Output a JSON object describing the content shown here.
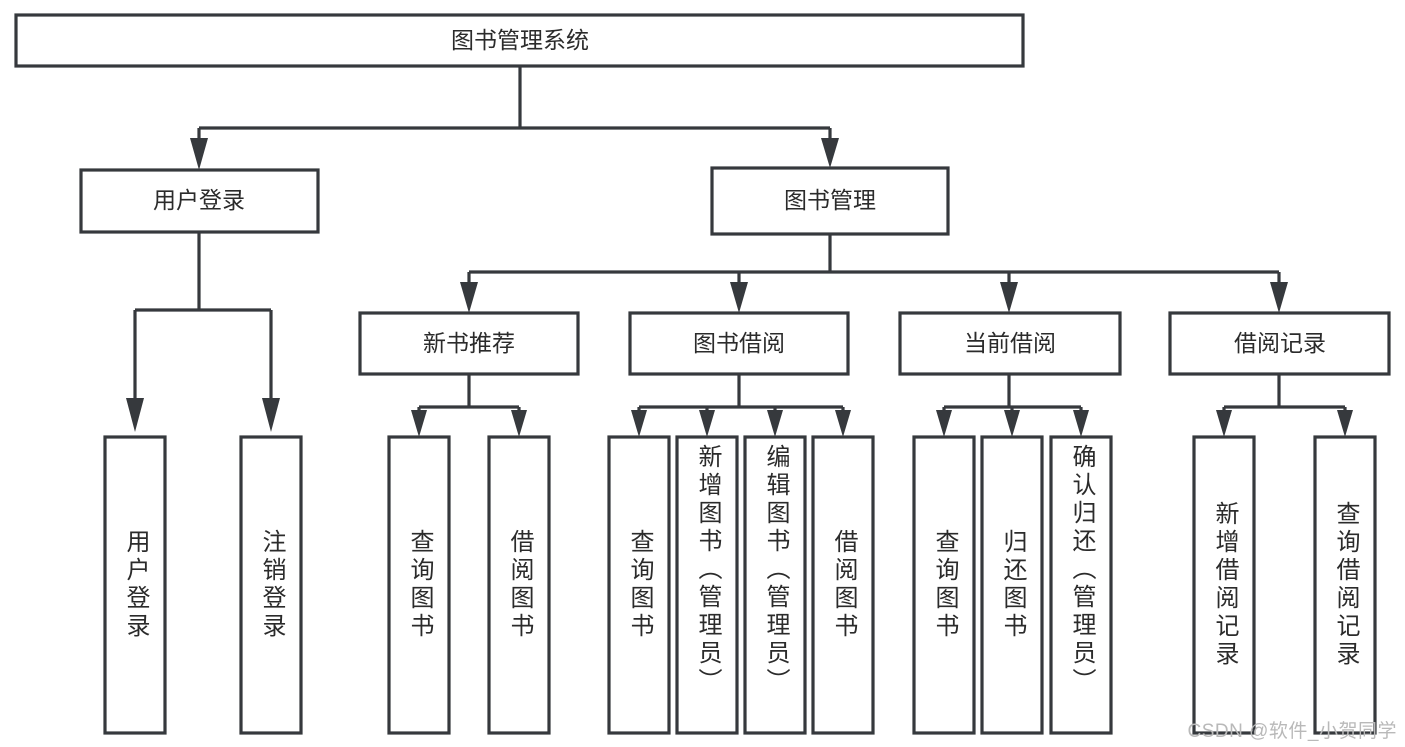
{
  "diagram": {
    "type": "tree",
    "title": "图书管理系统",
    "watermark": "CSDN @软件_小贺同学",
    "colors": {
      "stroke": "#36393d",
      "fill": "#ffffff",
      "text": "#2b2b2b",
      "watermark": "#b9b9b9"
    },
    "nodes": {
      "root": {
        "label": "图书管理系统",
        "level": 0,
        "orientation": "horizontal"
      },
      "l1": [
        {
          "id": "user-login",
          "label": "用户登录",
          "orientation": "horizontal"
        },
        {
          "id": "book-manage",
          "label": "图书管理",
          "orientation": "horizontal"
        }
      ],
      "l2": [
        {
          "id": "new-book-recommend",
          "label": "新书推荐",
          "orientation": "horizontal",
          "parent": "book-manage"
        },
        {
          "id": "book-borrow",
          "label": "图书借阅",
          "orientation": "horizontal",
          "parent": "book-manage"
        },
        {
          "id": "current-borrow",
          "label": "当前借阅",
          "orientation": "horizontal",
          "parent": "book-manage"
        },
        {
          "id": "borrow-record",
          "label": "借阅记录",
          "orientation": "horizontal",
          "parent": "book-manage"
        }
      ],
      "leaves": [
        {
          "id": "leaf-user-login",
          "label": "用户登录",
          "orientation": "vertical",
          "parent": "user-login"
        },
        {
          "id": "leaf-user-logout",
          "label": "注销登录",
          "orientation": "vertical",
          "parent": "user-login"
        },
        {
          "id": "leaf-query-book-1",
          "label": "查询图书",
          "orientation": "vertical",
          "parent": "new-book-recommend"
        },
        {
          "id": "leaf-borrow-book-1",
          "label": "借阅图书",
          "orientation": "vertical",
          "parent": "new-book-recommend"
        },
        {
          "id": "leaf-query-book-2",
          "label": "查询图书",
          "orientation": "vertical",
          "parent": "book-borrow"
        },
        {
          "id": "leaf-add-book",
          "label": "新增图书（管理员）",
          "orientation": "vertical",
          "parent": "book-borrow"
        },
        {
          "id": "leaf-edit-book",
          "label": "编辑图书（管理员）",
          "orientation": "vertical",
          "parent": "book-borrow"
        },
        {
          "id": "leaf-borrow-book-2",
          "label": "借阅图书",
          "orientation": "vertical",
          "parent": "book-borrow"
        },
        {
          "id": "leaf-query-book-3",
          "label": "查询图书",
          "orientation": "vertical",
          "parent": "current-borrow"
        },
        {
          "id": "leaf-return-book",
          "label": "归还图书",
          "orientation": "vertical",
          "parent": "current-borrow"
        },
        {
          "id": "leaf-confirm-return",
          "label": "确认归还（管理员）",
          "orientation": "vertical",
          "parent": "current-borrow"
        },
        {
          "id": "leaf-add-record",
          "label": "新增借阅记录",
          "orientation": "vertical",
          "parent": "borrow-record"
        },
        {
          "id": "leaf-query-record",
          "label": "查询借阅记录",
          "orientation": "vertical",
          "parent": "borrow-record"
        }
      ]
    }
  }
}
